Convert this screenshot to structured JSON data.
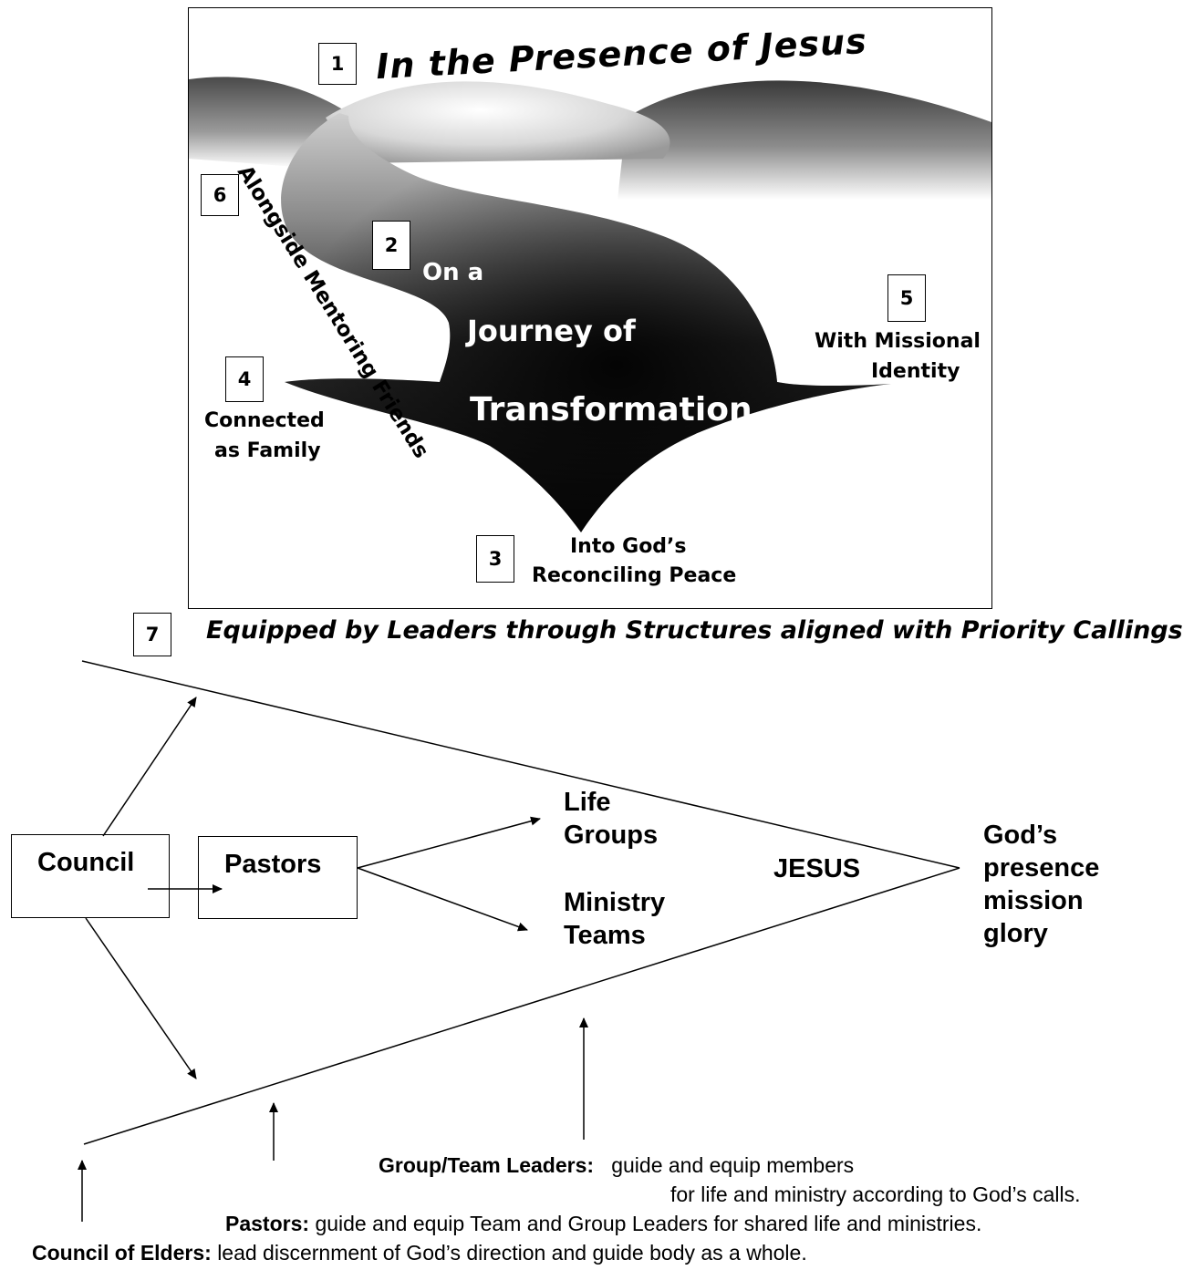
{
  "illustration": {
    "title": "In the Presence of Jesus",
    "side_label": "Alongside Mentoring Friends",
    "center_line1": "On a",
    "center_line2": "Journey of",
    "center_line3": "Transformation",
    "left_line1": "Connected",
    "left_line2": "as Family",
    "right_line1": "With Missional",
    "right_line2": "Identity",
    "bottom_line1": "Into God’s",
    "bottom_line2": "Reconciling Peace",
    "numbers": [
      "1",
      "2",
      "3",
      "4",
      "5",
      "6"
    ]
  },
  "caption": {
    "number": "7",
    "text": "Equipped by Leaders through Structures aligned with Priority Callings"
  },
  "diagram": {
    "council": "Council",
    "pastors": "Pastors",
    "life_groups_1": "Life",
    "life_groups_2": "Groups",
    "ministry_1": "Ministry",
    "ministry_2": "Teams",
    "jesus": "JESUS",
    "goal_1": "God’s",
    "goal_2": "presence",
    "goal_3": "mission",
    "goal_4": "glory"
  },
  "descriptions": {
    "group_leaders_title": "Group/Team Leaders:",
    "group_leaders_text1": "guide and equip members",
    "group_leaders_text2": "for life and ministry according to God’s calls.",
    "pastors_title": "Pastors:",
    "pastors_text": "guide and equip Team and Group Leaders for shared life and ministries.",
    "council_title": "Council of Elders:",
    "council_text": "lead discernment of God’s direction and guide body as a whole."
  }
}
